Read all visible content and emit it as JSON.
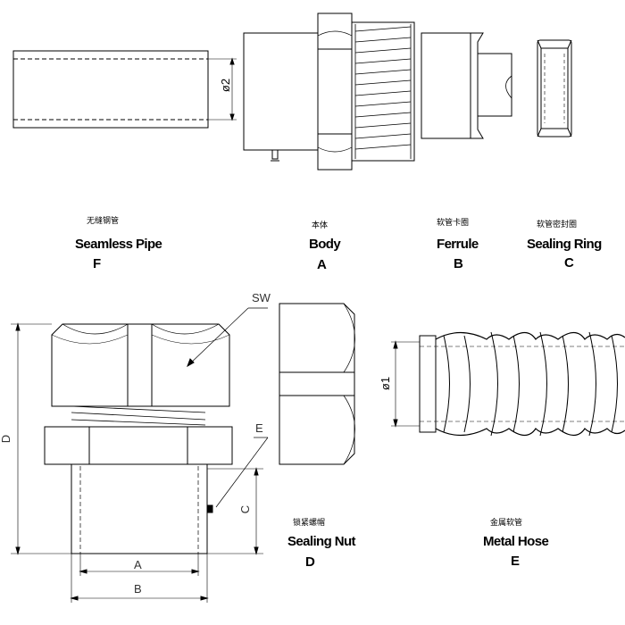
{
  "parts": [
    {
      "cn": "无缝钢管",
      "en": "Seamless  Pipe",
      "code": "F"
    },
    {
      "cn": "本体",
      "en": "Body",
      "code": "A"
    },
    {
      "cn": "软管卡圈",
      "en": "Ferrule",
      "code": "B"
    },
    {
      "cn": "软管密封圈",
      "en": "Sealing Ring",
      "code": "C"
    },
    {
      "cn": "锁紧螺帽",
      "en": "Sealing Nut",
      "code": "D"
    },
    {
      "cn": "金属软管",
      "en": "Metal Hose",
      "code": "E"
    }
  ],
  "dimensions": {
    "phi2": "ø2",
    "phi1": "ø1",
    "sw": "SW",
    "d": "D",
    "e": "E",
    "c": "C",
    "a": "A",
    "b": "B"
  }
}
